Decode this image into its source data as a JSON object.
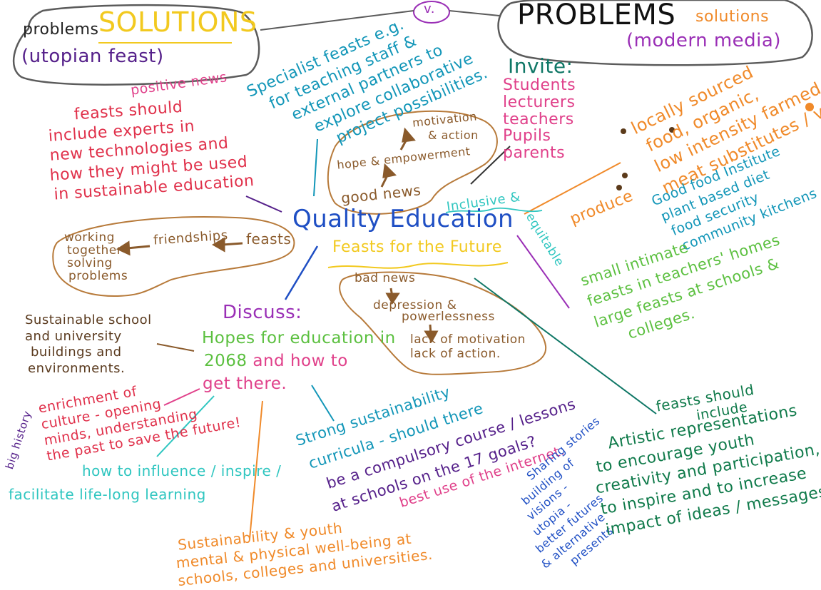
{
  "header": {
    "left_problems": "problems",
    "left_solutions": "SOLUTIONS",
    "left_sub": "(utopian feast)",
    "versus": "v.",
    "right_problems": "PROBLEMS",
    "right_solutions": "solutions",
    "right_sub": "(modern media)"
  },
  "center": {
    "title": "Quality  Education",
    "subtitle": "Feasts for the Future"
  },
  "positive": {
    "news": "positive news",
    "good_news": "good news",
    "hope": "hope & empowerment",
    "motivation_1": "motivation",
    "motivation_2": "& action"
  },
  "negative": {
    "bad_news": "bad news",
    "depression_1": "depression &",
    "depression_2": "powerlessness",
    "lack_1": "lack of motivation",
    "lack_2": "lack of action."
  },
  "feasts_chain": {
    "feasts": "feasts",
    "friendships": "friendships",
    "working_1": "working",
    "working_2": "together",
    "working_3": "solving",
    "working_4": "problems"
  },
  "experts": {
    "lines": [
      "feasts should",
      "include experts in",
      "new technologies and",
      "how they might be used",
      "in sustainable education"
    ]
  },
  "specialist": {
    "lines": [
      "Specialist feasts e.g.",
      "for teaching staff &",
      "external partners to",
      "explore collaborative",
      "project possibilities."
    ]
  },
  "invite": {
    "title": "Invite:",
    "items": [
      "Students",
      "lecturers",
      "teachers",
      "Pupils",
      "parents"
    ]
  },
  "produce": {
    "label": "produce",
    "lines": [
      "locally sourced",
      "food, organic,",
      "low intensity farmed",
      "meat substitutes / vegan"
    ]
  },
  "good_food": {
    "lines": [
      "Good food Institute",
      "plant based diet",
      "food security",
      "community kitchens"
    ]
  },
  "inclusive": {
    "line1": "Inclusive &",
    "line2": "equitable"
  },
  "small_feasts": {
    "lines": [
      "small intimate",
      "feasts in teachers' homes",
      "large feasts at schools &",
      "colleges."
    ]
  },
  "discuss": {
    "title": "Discuss:",
    "line1": "Hopes for education in",
    "line2_num": "2068",
    "line2_rest": "and how to",
    "line3": "get there."
  },
  "buildings": {
    "lines": [
      "Sustainable school",
      "and university",
      "buildings and",
      "environments."
    ]
  },
  "enrichment": {
    "side": "big history",
    "lines": [
      "enrichment of",
      "culture - opening",
      "minds, understanding",
      "the past to save the future!"
    ]
  },
  "influence": {
    "line1": "how to influence / inspire /",
    "line2": "facilitate life-long learning"
  },
  "curricula": {
    "line1": "Strong sustainability",
    "line2": "curricula - should there",
    "line3": "be a compulsory course / lessons",
    "line4": "at schools on the 17 goals?"
  },
  "internet": {
    "text": "best use of the internet."
  },
  "sharing": {
    "lines": [
      "Sharing stories",
      "building of",
      "visions -",
      "utopia -",
      "better futures",
      "& alternative",
      "presents"
    ]
  },
  "artistic": {
    "head1": "feasts should",
    "head2": "include",
    "lines": [
      "Artistic representations",
      "to encourage youth",
      "creativity and participation,",
      "to inspire and to increase",
      "impact of ideas / messages."
    ]
  },
  "wellbeing": {
    "lines": [
      "Sustainability & youth",
      "mental & physical well-being at",
      "schools, colleges and universities."
    ]
  },
  "colors": {
    "ink_gray": "#5b5b5b",
    "pink": "#e0408a",
    "yellow": "#f2c91f",
    "purple": "#9a2fb6",
    "dark_purple": "#55208a",
    "teal": "#1296b8",
    "dark_teal": "#0f7766",
    "blue": "#1f4fc4",
    "red": "#e0304a",
    "brown": "#8a5a2b",
    "orange": "#f08a2a",
    "green": "#5cc040",
    "dark_green": "#0f7a4a",
    "cyan": "#2fc6c0"
  }
}
